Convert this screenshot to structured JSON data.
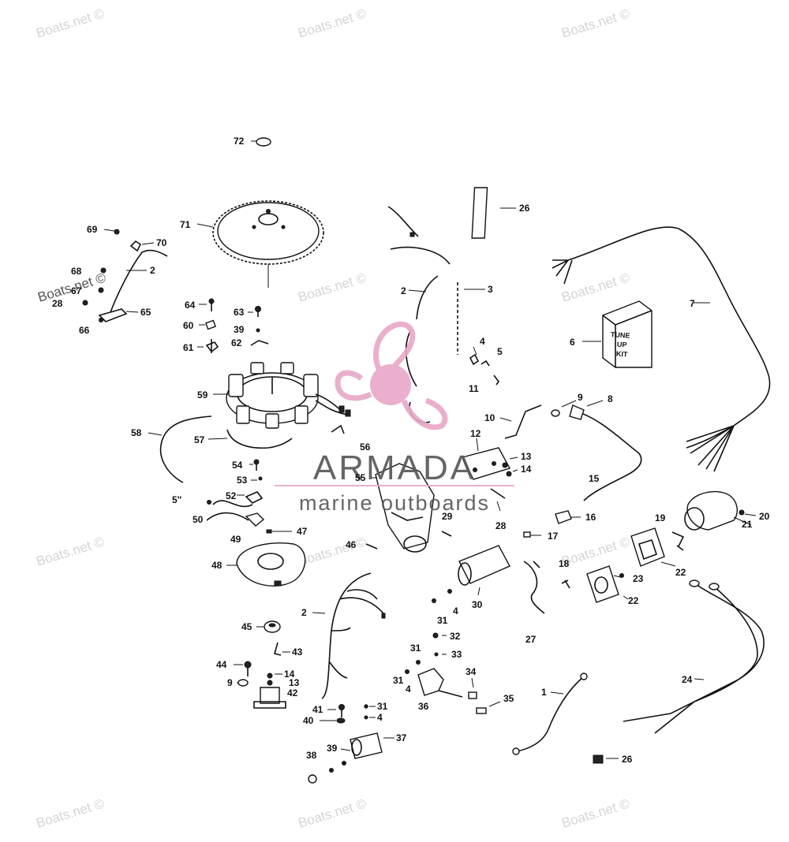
{
  "watermark": {
    "text": "Boats.net ©",
    "text_dark": "Boats.net ©"
  },
  "logo": {
    "name": "ARMADA",
    "tagline": "marine outboards",
    "color": "#e8a7c8",
    "accent": "#e89ac0"
  },
  "kit_box": {
    "line1": "TUNE",
    "line2": "UP",
    "line3": "KIT"
  },
  "callouts": {
    "l72": "72",
    "l71": "71",
    "l69": "69",
    "l70": "70",
    "l68": "68",
    "l2a": "2",
    "l67": "67",
    "l28a": "28",
    "l65": "65",
    "l66": "66",
    "l64": "64",
    "l63": "63",
    "l60": "60",
    "l39a": "39",
    "l62": "62",
    "l61": "61",
    "l59": "59",
    "l58": "58",
    "l57": "57",
    "l56": "56",
    "l54": "54",
    "l55": "55",
    "l53": "53",
    "l51": "5\"",
    "l52": "52",
    "l50": "50",
    "l49": "49",
    "l47": "47",
    "l48": "48",
    "l26a": "26",
    "l2b": "2",
    "l3": "3",
    "l4a": "4",
    "l5": "5",
    "l11": "11",
    "l7": "7",
    "l6": "6",
    "l9a": "9",
    "l8": "8",
    "l10": "10",
    "l12": "12",
    "l13a": "13",
    "l14a": "14",
    "l15": "15",
    "l16": "16",
    "l17": "17",
    "l18": "18",
    "l19": "19",
    "l20": "20",
    "l21": "21",
    "l22a": "22",
    "l23": "23",
    "l22b": "22",
    "l28b": "28",
    "l29": "29",
    "l46": "46",
    "l30": "30",
    "l4b": "4",
    "l31a": "31",
    "l27": "27",
    "l2c": "2",
    "l45": "45",
    "l43": "43",
    "l32": "32",
    "l31b": "31",
    "l33": "33",
    "l44": "44",
    "l14b": "14",
    "l9b": "9",
    "l13b": "13",
    "l42": "42",
    "l31c": "31",
    "l4c": "4",
    "l34": "34",
    "l36": "36",
    "l35": "35",
    "l1": "1",
    "l24": "24",
    "l41": "41",
    "l31d": "31",
    "l40": "40",
    "l4d": "4",
    "l37": "37",
    "l39b": "39",
    "l38": "38",
    "l26b": "26"
  }
}
